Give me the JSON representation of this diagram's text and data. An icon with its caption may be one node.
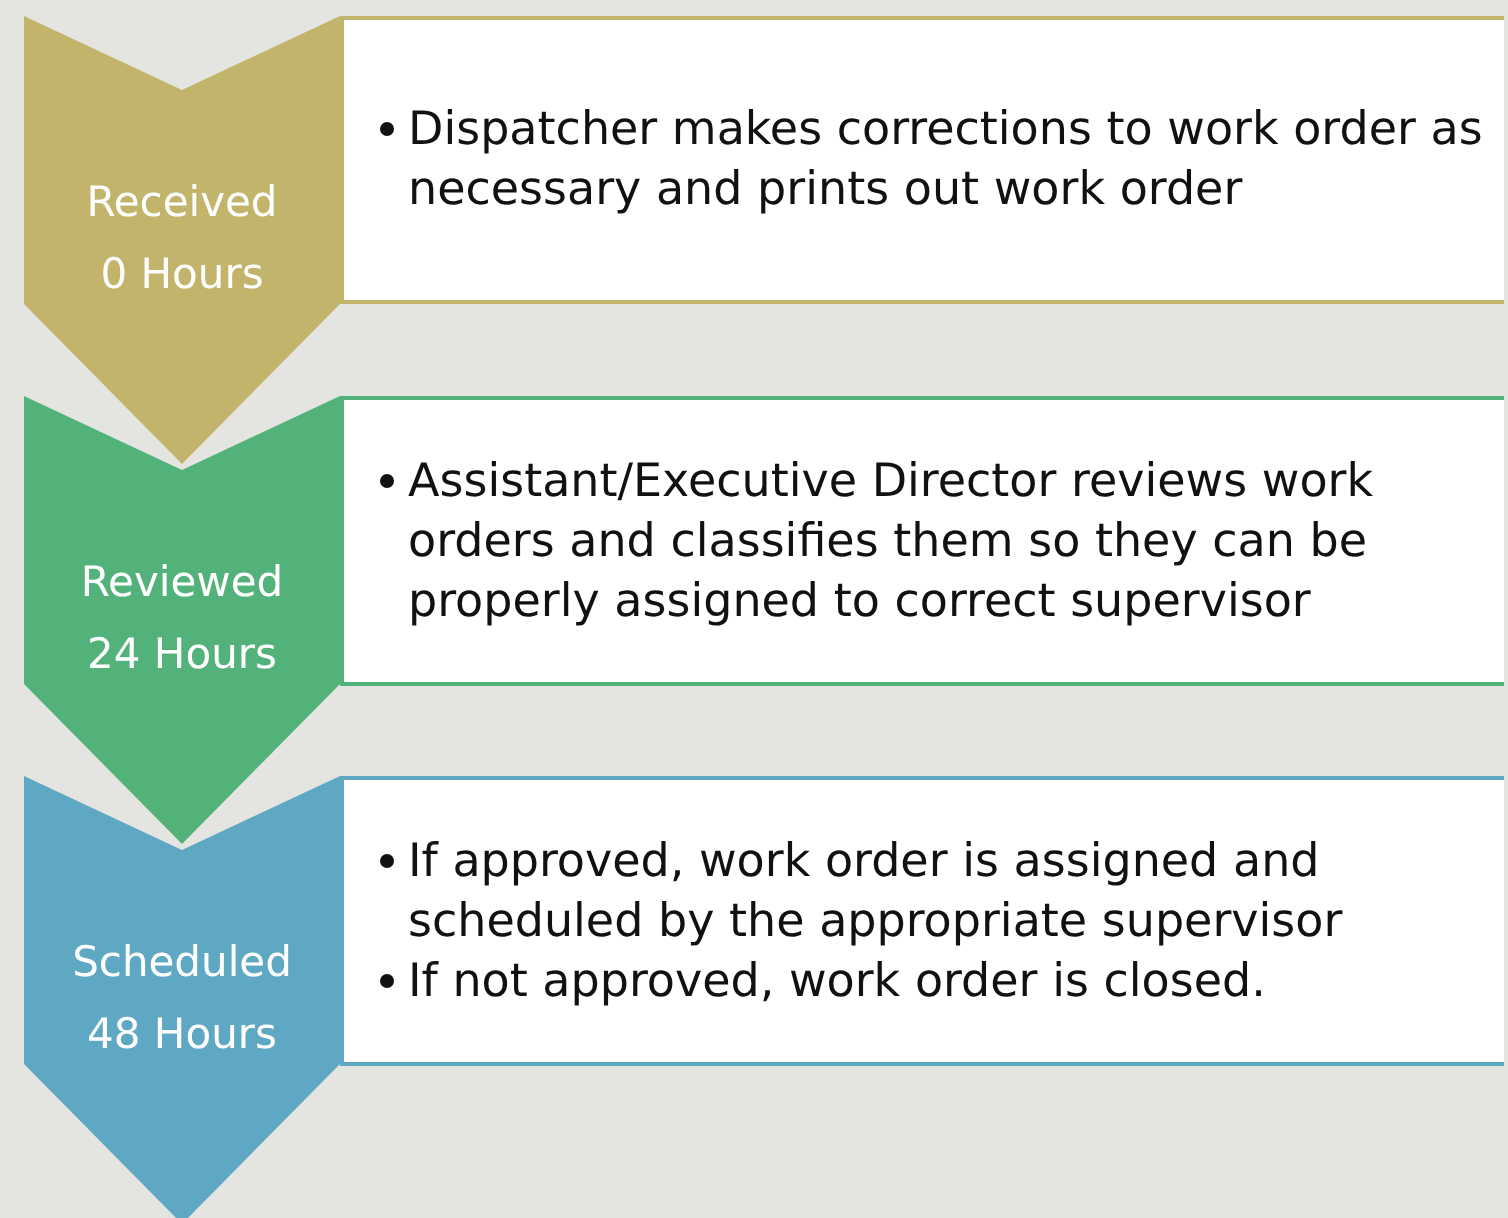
{
  "diagram": {
    "nodes": [
      {
        "text": [
          "Received",
          "0 Hours"
        ]
      },
      {
        "text": [
          "Dispatcher makes corrections to work order as necessary and prints out work order"
        ]
      },
      {
        "text": [
          "Reviewed",
          "24 Hours"
        ]
      },
      {
        "text": [
          "Assistant/Executive Director reviews work orders and classifies them so  they can be properly assigned to correct supervisor"
        ]
      },
      {
        "text": [
          "Scheduled",
          "48 Hours"
        ]
      },
      {
        "text": [
          "If approved, work order is assigned and scheduled by the appropriate supervisor",
          "If not approved, work order is closed."
        ]
      }
    ]
  }
}
